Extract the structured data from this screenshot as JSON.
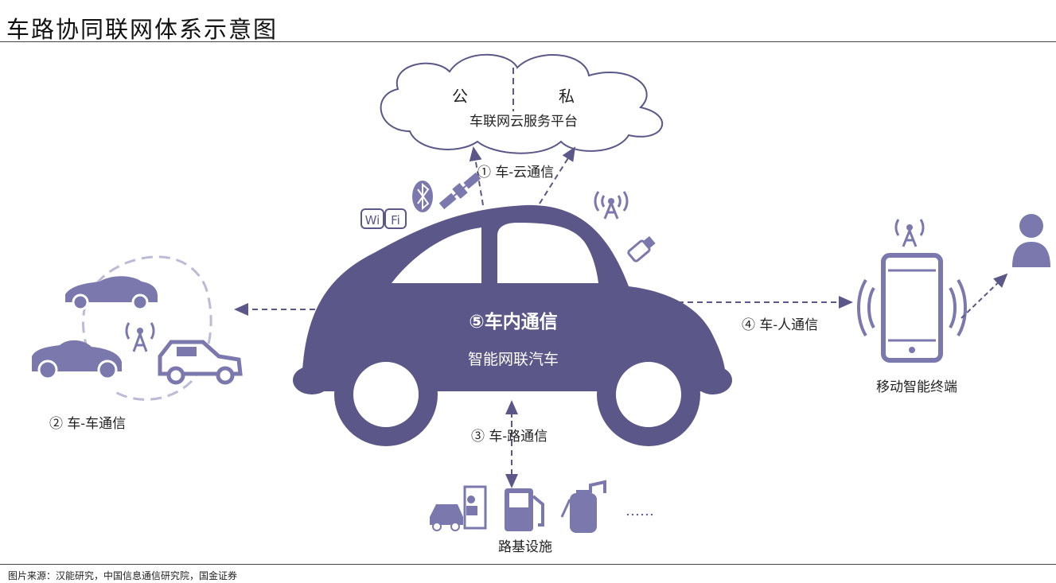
{
  "title": "车路协同联网体系示意图",
  "source": "图片来源：汉能研究，中国信息通信研究院，国金证券",
  "cloud": {
    "public_label": "公",
    "private_label": "私",
    "platform_label": "车联网云服务平台"
  },
  "car": {
    "main_label": "⑤车内通信",
    "sub_label": "智能网联汽车"
  },
  "links": {
    "v2cloud": "① 车-云通信",
    "v2v": "② 车-车通信",
    "v2road": "③ 车-路通信",
    "v2person": "④ 车-人通信"
  },
  "wifi_icon": {
    "part1": "Wi",
    "part2": "Fi"
  },
  "terminal_label": "移动智能终端",
  "road_label": "路基设施",
  "ellipsis": "……",
  "colors": {
    "primary": "#5b5789",
    "icon": "#7b78ad",
    "light": "#bcbad6",
    "arrow": "#5b5789"
  }
}
